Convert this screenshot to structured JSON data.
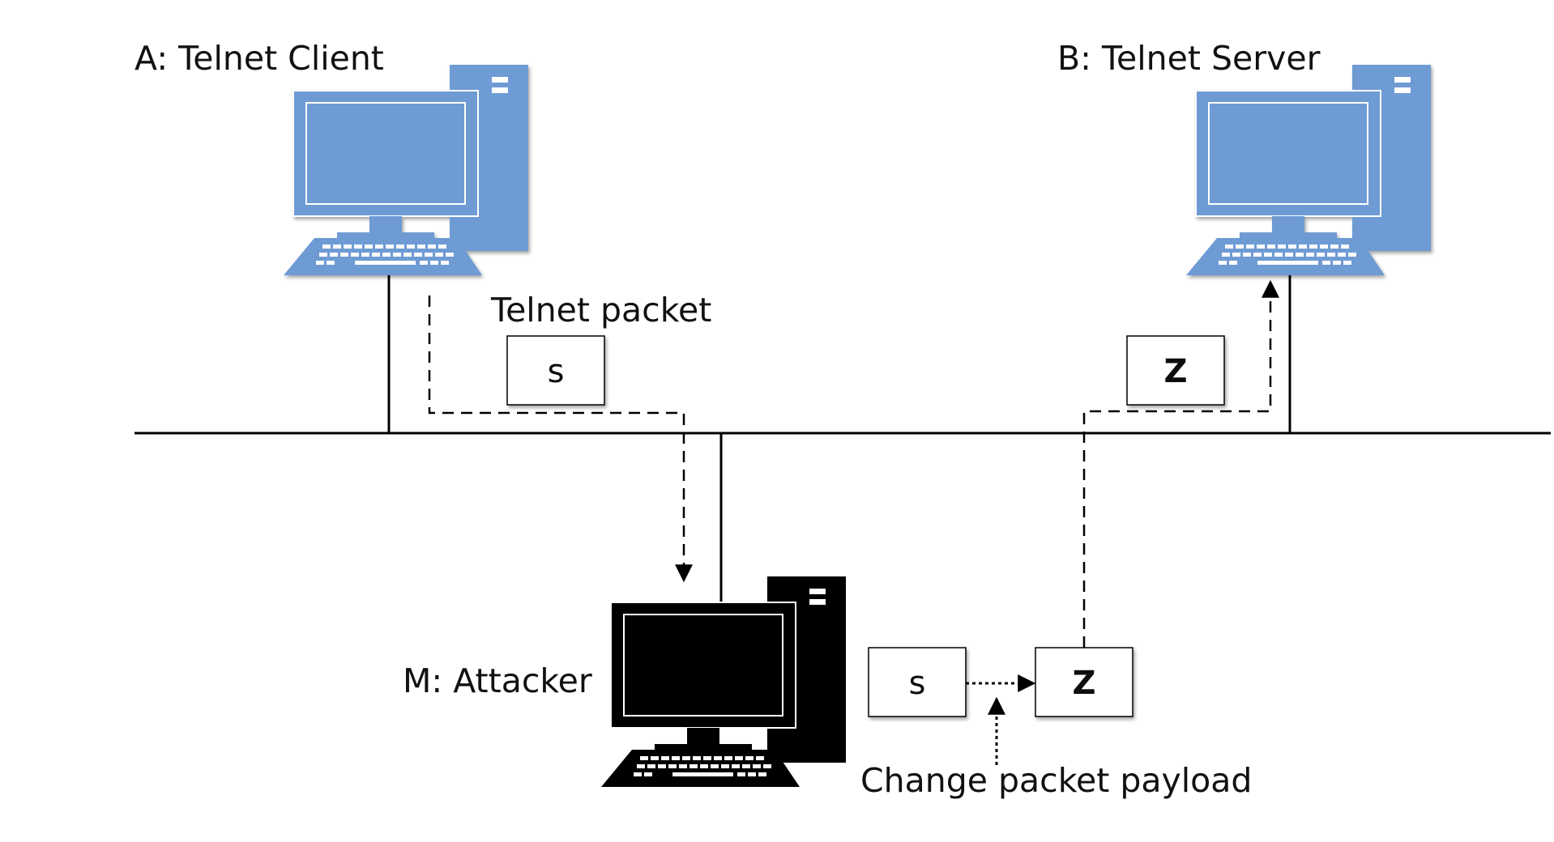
{
  "nodes": {
    "client": {
      "label": "A: Telnet Client",
      "color": "#6e9bd4"
    },
    "server": {
      "label": "B: Telnet Server",
      "color": "#6e9bd4"
    },
    "attacker": {
      "label": "M: Attacker",
      "color": "#000000"
    }
  },
  "packets": {
    "caption": "Telnet packet",
    "original_payload": "s",
    "forwarded_payload": "Z",
    "attacker_received_payload": "s",
    "attacker_modified_payload": "Z"
  },
  "annotations": {
    "modify_caption": "Change packet payload"
  },
  "icons": {
    "client_computer": "desktop-computer-icon",
    "server_computer": "desktop-computer-icon",
    "attacker_computer": "desktop-computer-icon"
  }
}
